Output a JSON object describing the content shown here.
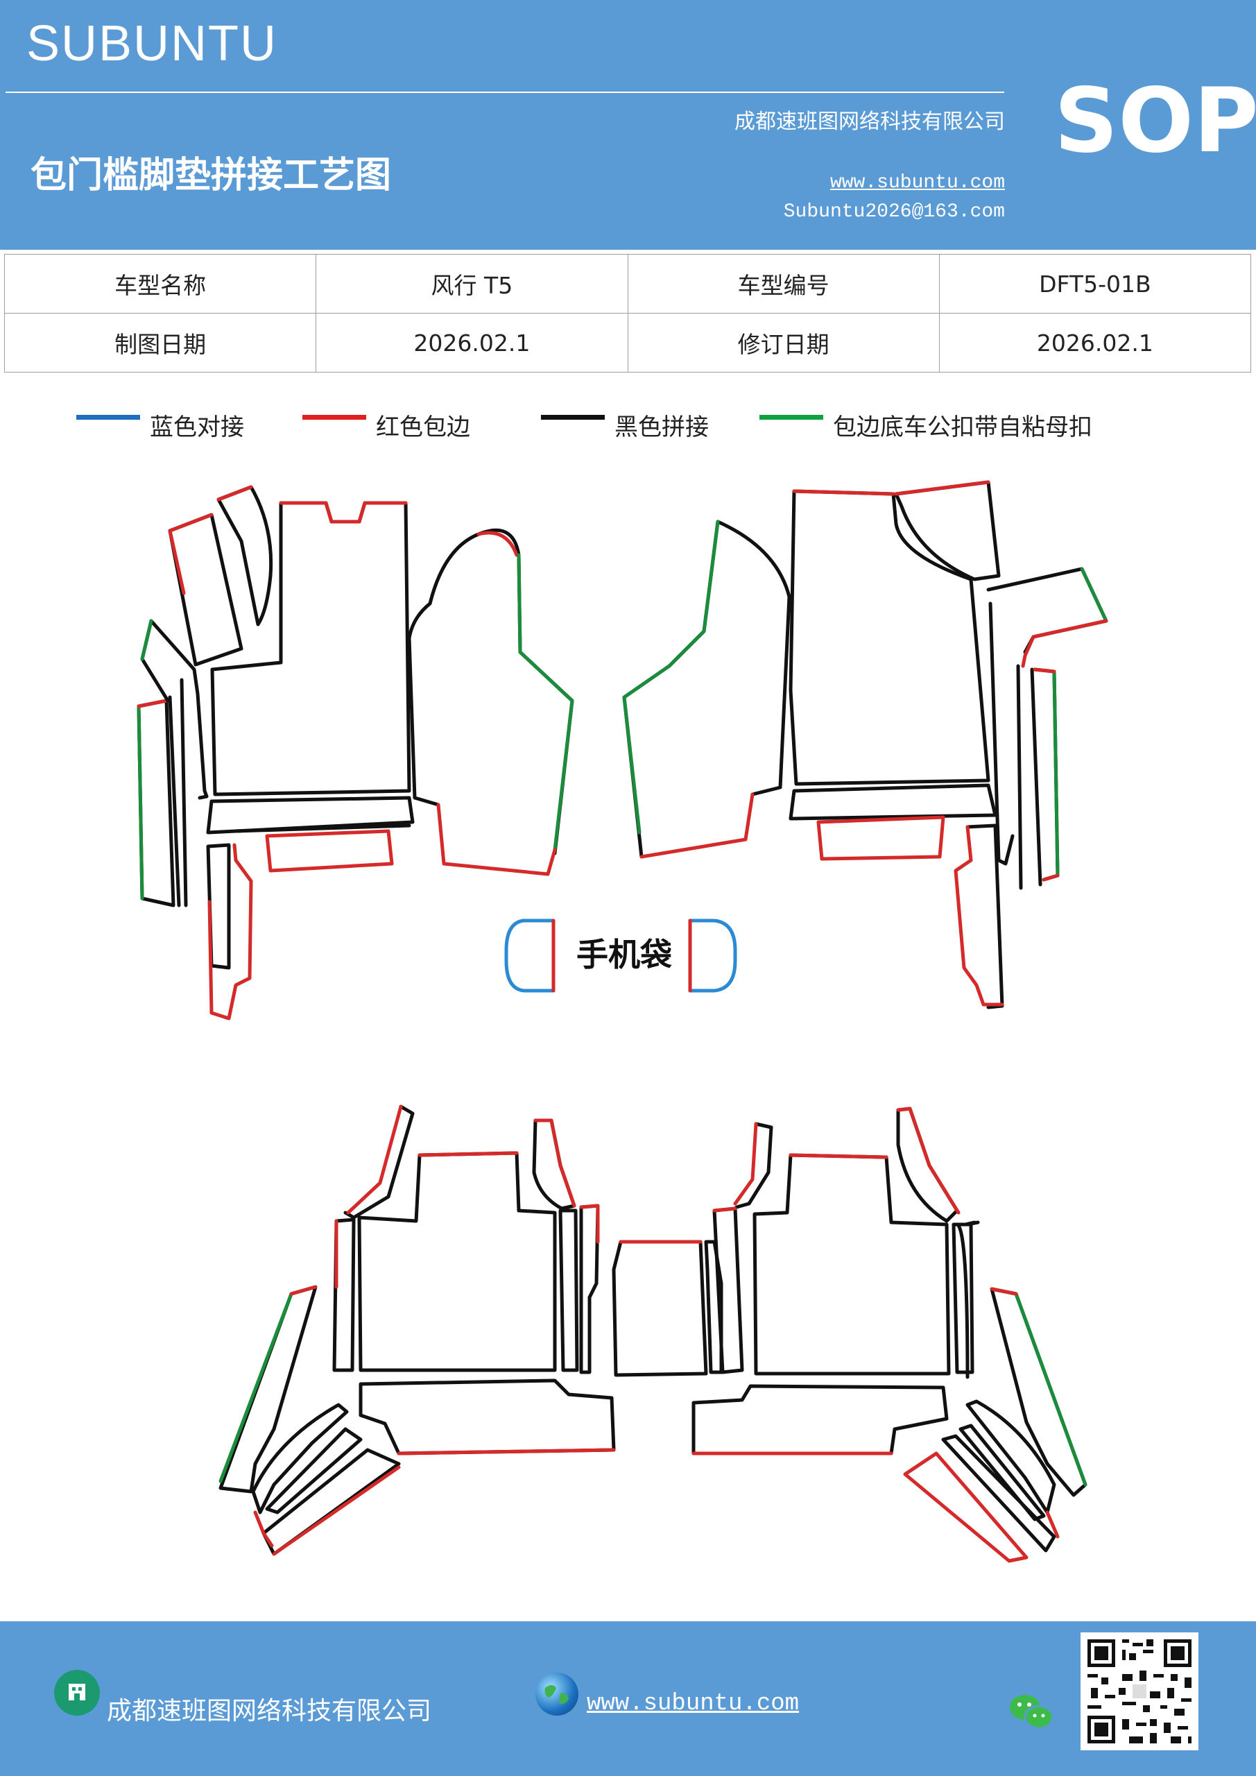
{
  "header": {
    "brand": "SUBUNTU",
    "title": "包门槛脚垫拼接工艺图",
    "company": "成都速班图网络科技有限公司",
    "website": "www.subuntu.com",
    "email": "Subuntu2026@163.com",
    "badge": "SOP"
  },
  "info_table": {
    "rows": [
      [
        "车型名称",
        "风行 T5",
        "车型编号",
        "DFT5-01B"
      ],
      [
        "制图日期",
        "2026.02.1",
        "修订日期",
        "2026.02.1"
      ]
    ]
  },
  "legend": [
    {
      "label": "蓝色对接",
      "color": "#1f6fc0"
    },
    {
      "label": "红色包边",
      "color": "#e02020"
    },
    {
      "label": "黑色拼接",
      "color": "#111111"
    },
    {
      "label": "包边底车公扣带自粘母扣",
      "color": "#10a040"
    }
  ],
  "drawing": {
    "phone_pocket_label": "手机袋",
    "colors": {
      "black": "#111111",
      "red": "#d42a2a",
      "green": "#1a8c3c",
      "blue": "#2a8ad4"
    }
  },
  "footer": {
    "company": "成都速班图网络科技有限公司",
    "website": "www.subuntu.com"
  },
  "icons": {
    "company": "building-icon",
    "website": "globe-icon",
    "social": "wechat-icon",
    "qr": "qr-code"
  }
}
